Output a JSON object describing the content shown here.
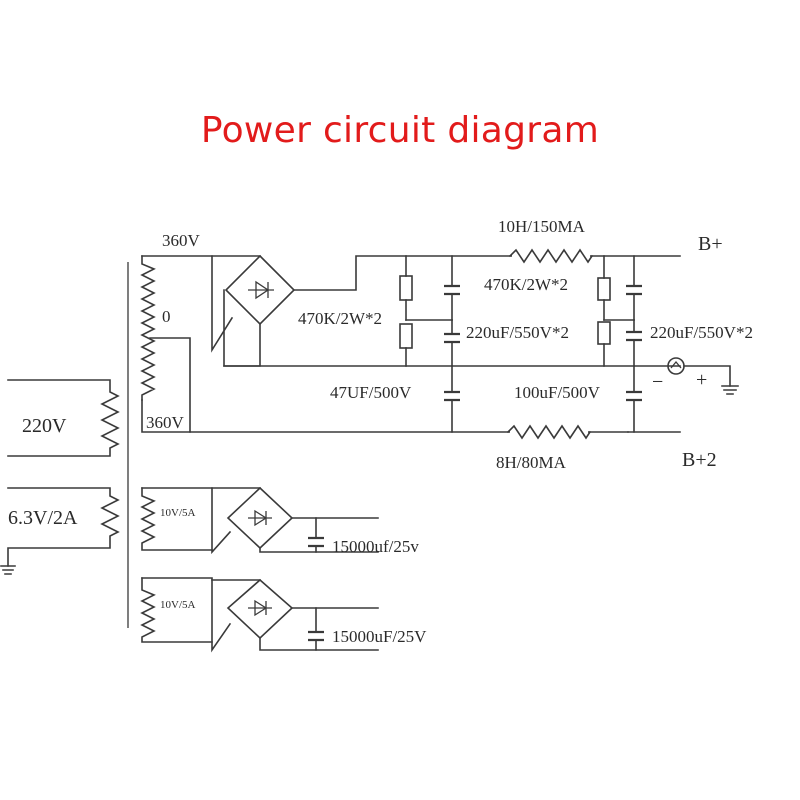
{
  "title": "Power circuit diagram",
  "colors": {
    "title": "#e21b1b",
    "wire": "#3a3a3a"
  },
  "labels": {
    "sec_top": "360V",
    "center_tap": "0",
    "sec_bottom": "360V",
    "primary": "220V",
    "filament": "6.3V/2A",
    "sub1": "10V/5A",
    "sub2": "10V/5A",
    "choke1": "10H/150MA",
    "choke2": "8H/80MA",
    "bplus": "B+",
    "bplus2": "B+2",
    "r_left": "470K/2W*2",
    "r_right": "470K/2W*2",
    "c_left": "220uF/550V*2",
    "c_right": "220uF/550V*2",
    "c47": "47UF/500V",
    "c100": "100uF/500V",
    "c15k_1": "15000uf/25v",
    "c15k_2": "15000uF/25V",
    "minus": "−",
    "plus": "+"
  }
}
